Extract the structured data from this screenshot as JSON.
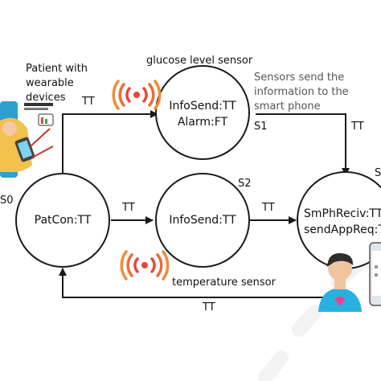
{
  "nodes": {
    "s0": {
      "state_label": "S0",
      "line1": "PatCon:TT"
    },
    "s1": {
      "state_label": "S1",
      "line1": "InfoSend:TT",
      "line2": "Alarm:FT",
      "caption": "glucose level sensor"
    },
    "s2": {
      "state_label": "S2",
      "line1": "InfoSend:TT",
      "caption": "temperature sensor"
    },
    "s3": {
      "state_label": "S",
      "line1": "SmPhReciv:TT",
      "line2": "sendAppReq:TT"
    }
  },
  "edges": {
    "s0_to_s1": "TT",
    "s0_to_s2": "TT",
    "s2_to_s3": "TT",
    "s1_to_s3": "TT",
    "s3_to_s0": "TT"
  },
  "annotations": {
    "patient": [
      "Patient with",
      "wearable",
      "devices"
    ],
    "sensors": [
      "Sensors send the",
      "information to the",
      "smart phone"
    ]
  },
  "icons": [
    "wireless-signal-icon",
    "patient-wearable-icon",
    "person-icon",
    "smartphone-icon"
  ],
  "colors": {
    "stroke": "#1a1a1a",
    "signal_red": "#e8453c",
    "signal_orange": "#f28b36",
    "shirt": "#28b1e0"
  }
}
